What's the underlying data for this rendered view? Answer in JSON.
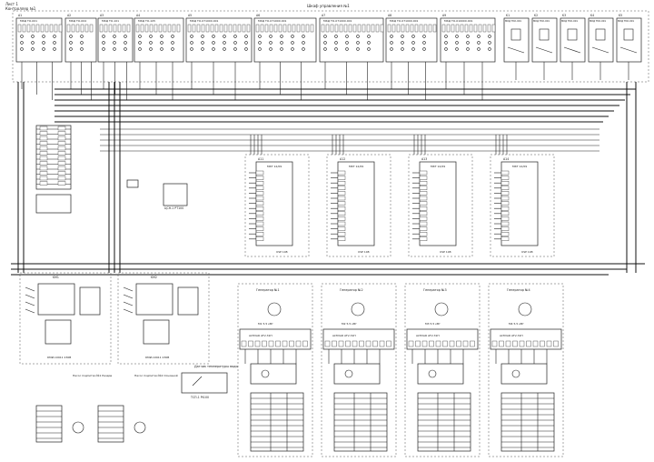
{
  "header": {
    "corner_top": "Лист 1",
    "corner_bottom": "Контроллер №1",
    "cabinet_title": "Шкаф управления №1"
  },
  "modules": [
    {
      "pos": "A1",
      "label": "МКД ТО-001"
    },
    {
      "pos": "A2",
      "label": "МКД ТО-004"
    },
    {
      "pos": "A3",
      "label": "МКД ТО-101"
    },
    {
      "pos": "A4",
      "label": "МКД ТО-105"
    },
    {
      "pos": "A5",
      "label": "МКД ТО-071000.001"
    },
    {
      "pos": "A6",
      "label": "МКД ТО-071000.001"
    },
    {
      "pos": "A7",
      "label": "МКД ТО-071000.001"
    },
    {
      "pos": "A8",
      "label": "МКД ТО-071000.001"
    },
    {
      "pos": "A9",
      "label": "МКД ТО-010000.001"
    }
  ],
  "relays": [
    {
      "pos": "K1",
      "label": "МКД ТКК-001"
    },
    {
      "pos": "K2",
      "label": "МКД ТКК-001"
    },
    {
      "pos": "K3",
      "label": "МКД ТКК-001"
    },
    {
      "pos": "K4",
      "label": "МКД ТКК-001"
    },
    {
      "pos": "K5",
      "label": "МКД ТКК-001"
    }
  ],
  "controllers": [
    {
      "pos": "A11",
      "label": "МКТ 12/09",
      "foot": "USP 108"
    },
    {
      "pos": "A12",
      "label": "МКТ 12/09",
      "foot": "USP 108"
    },
    {
      "pos": "A13",
      "label": "МКТ 12/09",
      "foot": "USP 108"
    },
    {
      "pos": "A14",
      "label": "МКТ 12/09",
      "foot": "USP 108"
    }
  ],
  "pumps": [
    {
      "title": "Генератор №1",
      "motor": "М1 5.5 кВт",
      "drive": "ALTIVAR ATV-31H"
    },
    {
      "title": "Генератор №2",
      "motor": "М2 5.5 кВт",
      "drive": "ALTIVAR ATV-31H"
    },
    {
      "title": "Генератор №3",
      "motor": "М3 5.5 кВт",
      "drive": "ALTIVAR ATV-31H"
    },
    {
      "title": "Генератор №4",
      "motor": "М4 5.5 кВт",
      "drive": "ALTIVAR ATV-31H"
    }
  ],
  "starters": [
    {
      "pos": "KM1",
      "label": "КМИ-10911 230В"
    },
    {
      "pos": "KM2",
      "label": "КМИ-10911 230В"
    }
  ],
  "side_units": [
    {
      "label": "Насос подпитки №1 Резерв"
    },
    {
      "label": "Насос подпитки №2 Основной"
    }
  ],
  "sensor_note": "Датчик температуры воды",
  "terminal_note": "ТСП-1 Pt100",
  "mid_unit": "ЦСН-1 РТ100",
  "colors": {
    "ink": "#111111",
    "paper": "#ffffff"
  }
}
